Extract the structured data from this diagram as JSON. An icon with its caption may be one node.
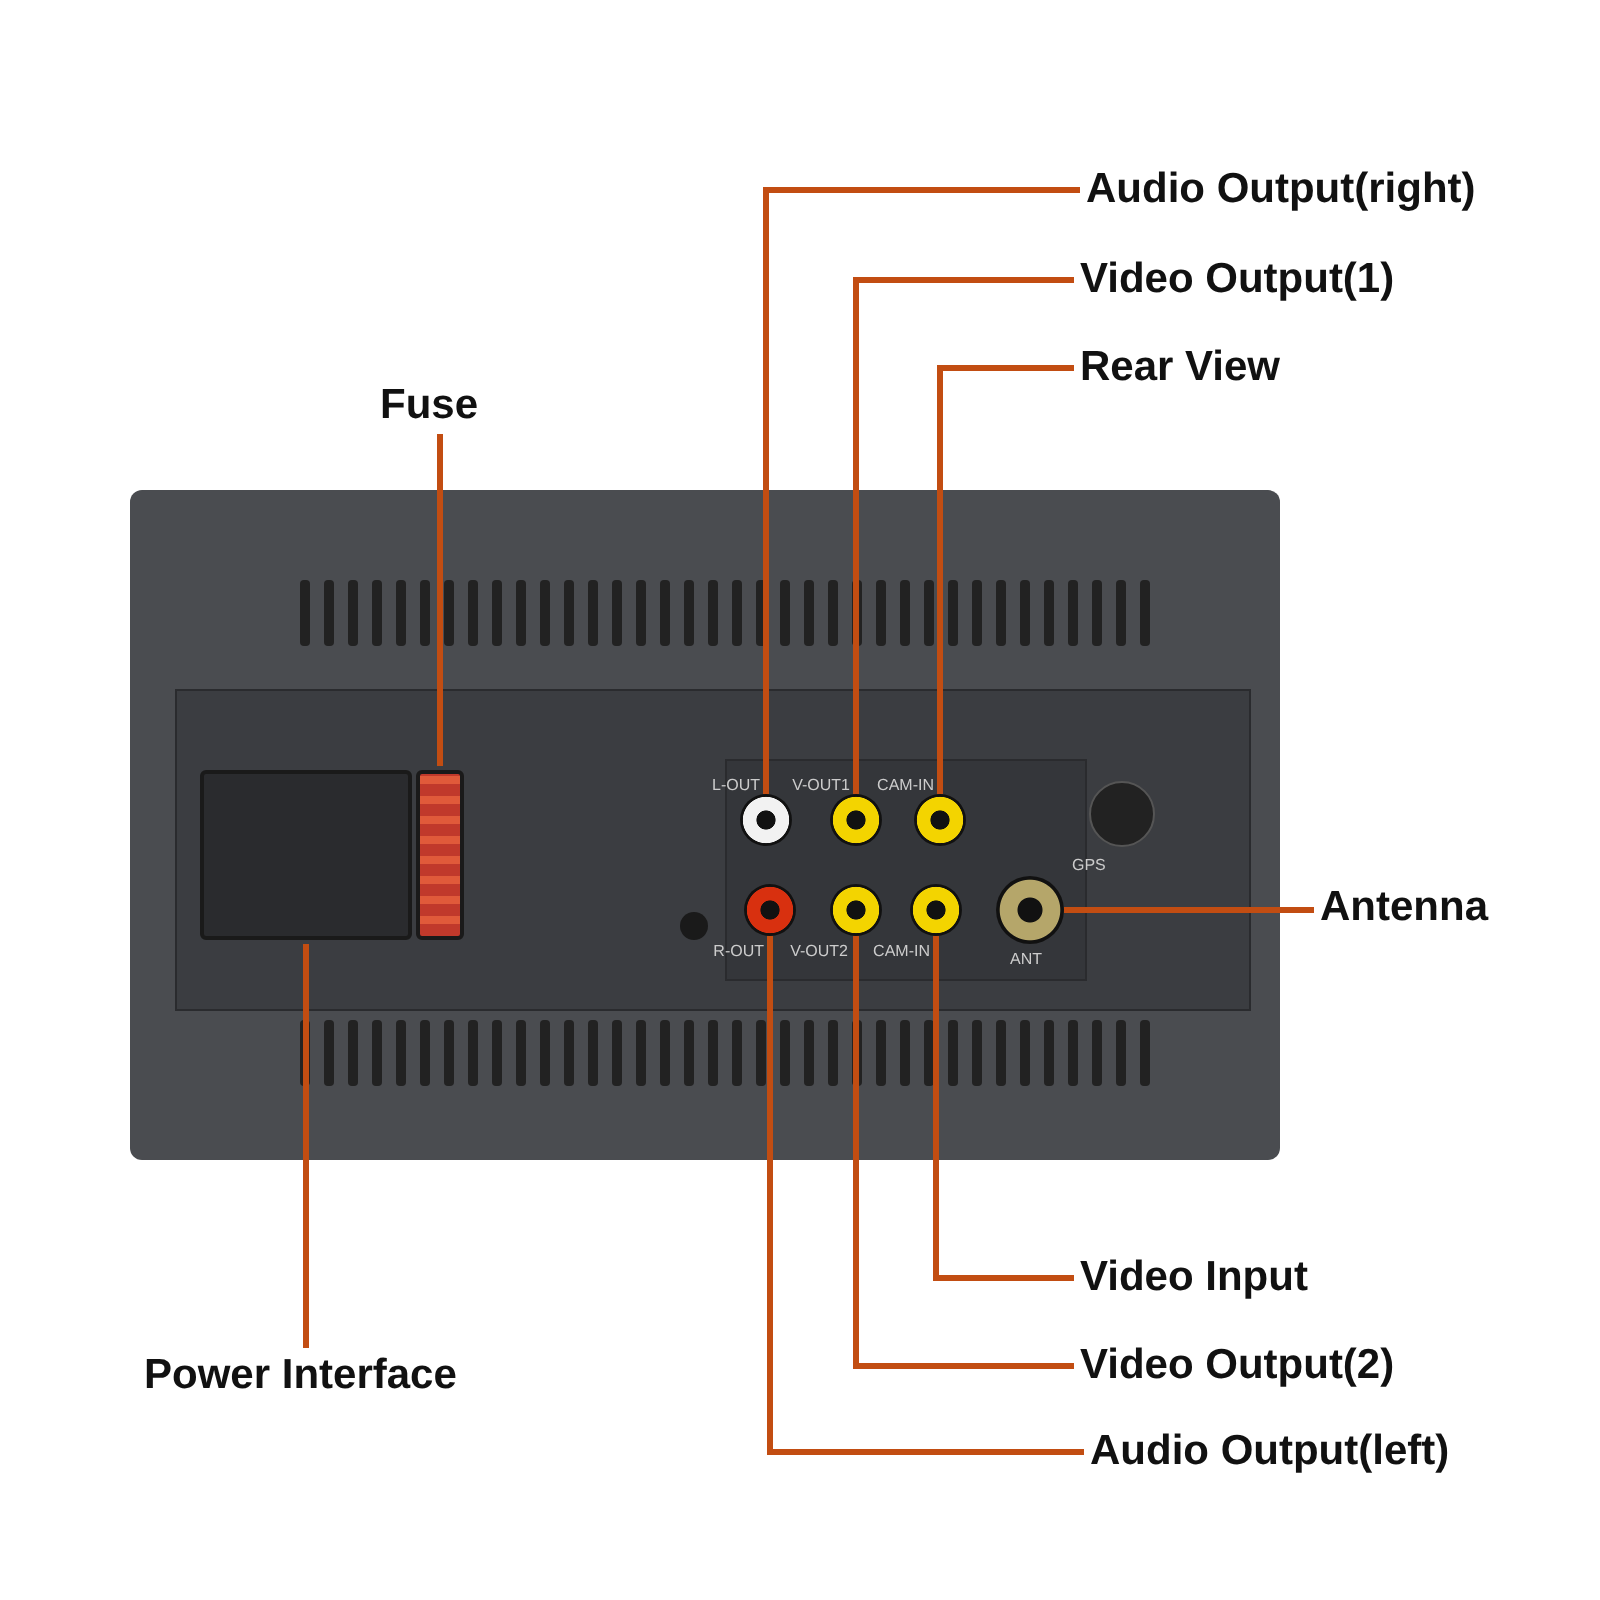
{
  "diagram": {
    "nodes": [
      {
        "text": [],
        "shape": "picture"
      },
      {
        "text": [],
        "shape": "box",
        "in": 0
      },
      {
        "text": [],
        "shape": "box",
        "in": 0
      },
      {
        "text": [],
        "shape": "circle",
        "in": 0,
        "beside": [
          "L-OUT"
        ]
      },
      {
        "text": [],
        "shape": "circle",
        "in": 0,
        "beside": [
          "V-OUT1"
        ]
      },
      {
        "text": [],
        "shape": "circle",
        "in": 0,
        "beside": [
          "CAM-IN"
        ]
      },
      {
        "text": [],
        "shape": "circle",
        "in": 0,
        "beside": [
          "R-OUT"
        ]
      },
      {
        "text": [],
        "shape": "circle",
        "in": 0,
        "beside": [
          "V-OUT2"
        ]
      },
      {
        "text": [],
        "shape": "circle",
        "in": 0,
        "beside": [
          "CAM-IN"
        ]
      },
      {
        "text": [],
        "shape": "circle",
        "in": 0,
        "beside": [
          "ANT"
        ]
      },
      {
        "text": [
          "Audio Output(right)"
        ]
      },
      {
        "text": [
          "Video Output(1)"
        ]
      },
      {
        "text": [
          "Rear View"
        ]
      },
      {
        "text": [
          "Fuse"
        ]
      },
      {
        "text": [
          "Antenna"
        ]
      },
      {
        "text": [
          "Video Input"
        ]
      },
      {
        "text": [
          "Video Output(2)"
        ]
      },
      {
        "text": [
          "Audio Output(left)"
        ]
      },
      {
        "text": [
          "Power Interface"
        ]
      }
    ],
    "edges": [
      {
        "from": 10,
        "to": 3,
        "arrow": "none"
      },
      {
        "from": 11,
        "to": 4,
        "arrow": "none"
      },
      {
        "from": 12,
        "to": 5,
        "arrow": "none"
      },
      {
        "from": 13,
        "to": 2,
        "arrow": "none"
      },
      {
        "from": 14,
        "to": 9,
        "arrow": "none"
      },
      {
        "from": 15,
        "to": 8,
        "arrow": "none"
      },
      {
        "from": 16,
        "to": 7,
        "arrow": "none"
      },
      {
        "from": 17,
        "to": 6,
        "arrow": "none"
      },
      {
        "from": 18,
        "to": 1,
        "arrow": "none"
      }
    ],
    "labels": [
      "GPS"
    ]
  }
}
